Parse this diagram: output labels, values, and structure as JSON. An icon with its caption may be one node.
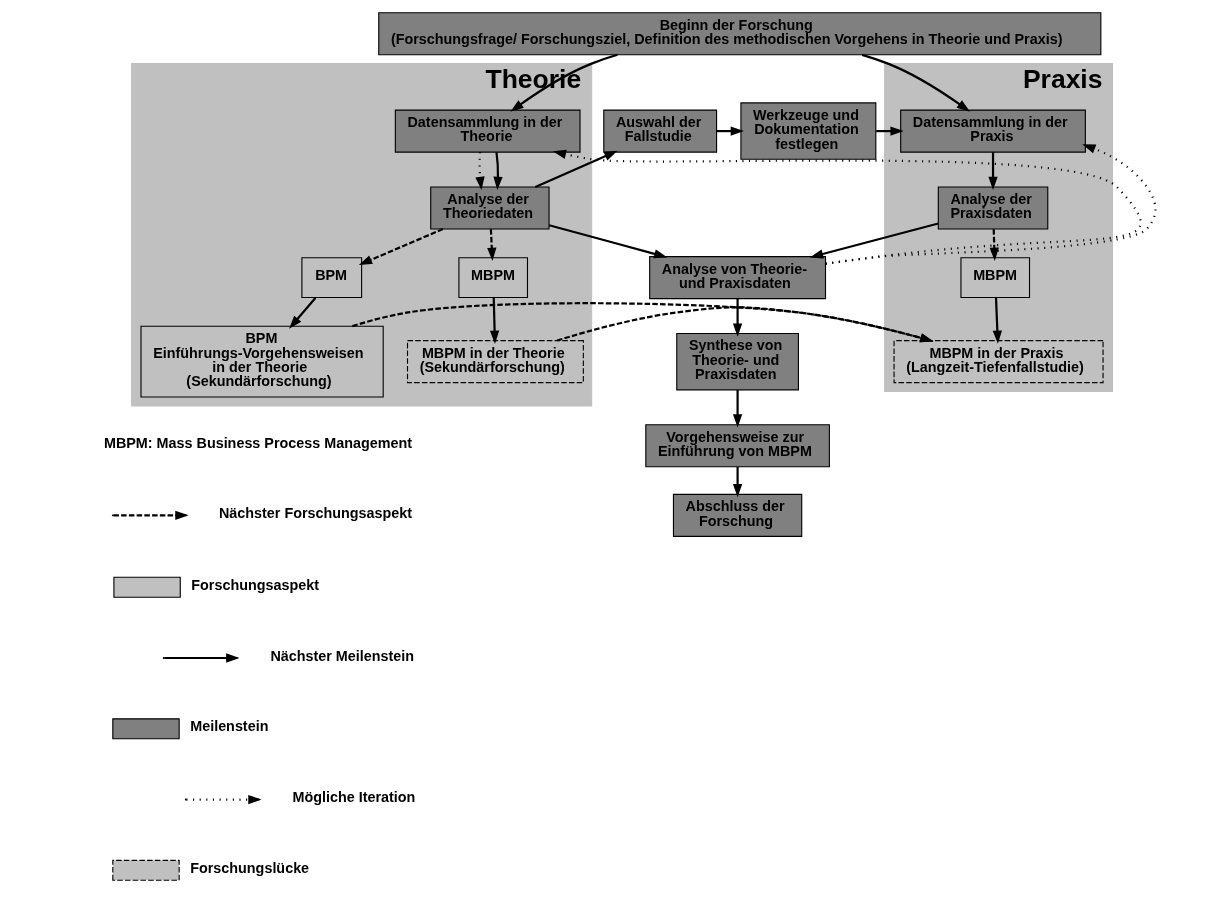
{
  "diagram": {
    "nodes": [
      {
        "text": [
          "Beginn der Forschung",
          "(Forschungsfrage/ Forschungsziel, Definition des methodischen Vorgehens in Theorie und Praxis)"
        ]
      },
      {
        "text": [
          "Theorie"
        ]
      },
      {
        "text": [
          "Praxis"
        ]
      },
      {
        "text": [
          "Datensammlung in der Theorie"
        ],
        "in": 1
      },
      {
        "text": [
          "Auswahl der Fallstudie"
        ]
      },
      {
        "text": [
          "Werkzeuge und Dokumentation festlegen"
        ]
      },
      {
        "text": [
          "Datensammlung in der Praxis"
        ],
        "in": 2
      },
      {
        "text": [
          "Analyse der Theoriedaten"
        ],
        "in": 1
      },
      {
        "text": [
          "Analyse der Praxisdaten"
        ],
        "in": 2
      },
      {
        "text": [
          "BPM"
        ],
        "in": 1
      },
      {
        "text": [
          "MBPM"
        ],
        "in": 1
      },
      {
        "text": [
          "MBPM"
        ],
        "in": 2
      },
      {
        "text": [
          "BPM Einführungs-Vorgehensweisen in der Theorie (Sekundärforschung)"
        ],
        "in": 1
      },
      {
        "text": [
          "MBPM in der Theorie (Sekundärforschung)"
        ],
        "in": 1
      },
      {
        "text": [
          "MBPM in der Praxis (Langzeit-Tiefenfallstudie)"
        ],
        "in": 2
      },
      {
        "text": [
          "Analyse von Theorie- und Praxisdaten"
        ]
      },
      {
        "text": [
          "Synthese von Theorie- und Praxisdaten"
        ]
      },
      {
        "text": [
          "Vorgehensweise zur Einführung von MBPM"
        ]
      },
      {
        "text": [
          "Abschluss der Forschung"
        ]
      }
    ],
    "edges": [
      {
        "from": 0,
        "to": 3,
        "arrow": "to"
      },
      {
        "from": 0,
        "to": 6,
        "arrow": "to"
      },
      {
        "from": 3,
        "to": 7,
        "arrow": "to",
        "style": "dashed"
      },
      {
        "from": 3,
        "to": 7,
        "arrow": "to"
      },
      {
        "from": 7,
        "to": 4,
        "arrow": "to"
      },
      {
        "from": 4,
        "to": 5,
        "arrow": "to"
      },
      {
        "from": 5,
        "to": 6,
        "arrow": "to"
      },
      {
        "from": 6,
        "to": 8,
        "arrow": "to"
      },
      {
        "from": 7,
        "to": 9,
        "arrow": "to",
        "style": "dashed"
      },
      {
        "from": 7,
        "to": 10,
        "arrow": "to",
        "style": "dashed"
      },
      {
        "from": 8,
        "to": 11,
        "arrow": "to",
        "style": "dashed"
      },
      {
        "from": 9,
        "to": 12,
        "arrow": "to"
      },
      {
        "from": 10,
        "to": 13,
        "arrow": "to"
      },
      {
        "from": 11,
        "to": 14,
        "arrow": "to"
      },
      {
        "from": 7,
        "to": 15,
        "arrow": "to"
      },
      {
        "from": 8,
        "to": 15,
        "arrow": "to"
      },
      {
        "from": 13,
        "to": 14,
        "arrow": "to",
        "style": "dashed"
      },
      {
        "from": 12,
        "to": 14,
        "arrow": "to",
        "style": "dashed"
      },
      {
        "from": 15,
        "to": 3,
        "arrow": "to",
        "style": "dashed"
      },
      {
        "from": 15,
        "to": 6,
        "arrow": "to",
        "style": "dashed"
      },
      {
        "from": 15,
        "to": 16,
        "arrow": "to"
      },
      {
        "from": 16,
        "to": 17,
        "arrow": "to"
      },
      {
        "from": 17,
        "to": 18,
        "arrow": "to"
      }
    ],
    "labels": [
      "MBPM: Mass Business Process Management"
    ],
    "legend": [
      {
        "text": "Nächster Forschungsaspekt"
      },
      {
        "text": "Forschungsaspekt",
        "color": "#c0c0c0"
      },
      {
        "text": "Nächster Meilenstein"
      },
      {
        "text": "Meilenstein",
        "color": "#808080"
      },
      {
        "text": "Mögliche Iteration"
      },
      {
        "text": "Forschungslücke"
      }
    ]
  }
}
